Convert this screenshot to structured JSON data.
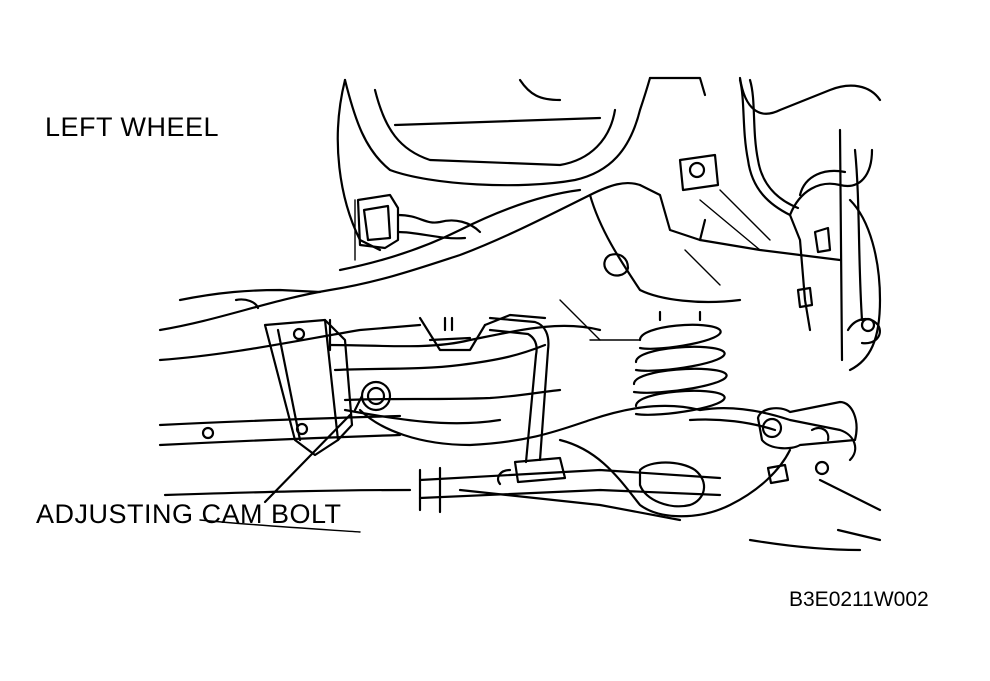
{
  "labels": {
    "left_wheel": "LEFT WHEEL",
    "adjusting_cam_bolt": "ADJUSTING CAM BOLT",
    "figure_code": "B3E0211W002"
  },
  "colors": {
    "line": "#000000",
    "background": "#ffffff"
  }
}
